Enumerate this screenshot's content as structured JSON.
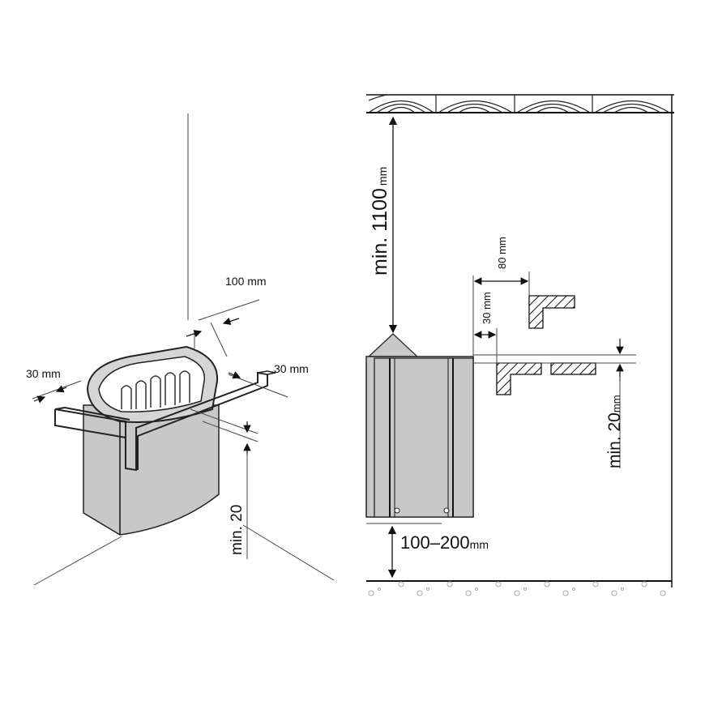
{
  "left_view": {
    "label_top_gap": "100 mm",
    "label_left_gap": "30 mm",
    "label_right_gap": "30 mm",
    "label_vertical": "min. 20"
  },
  "right_view": {
    "label_ceiling": "min. 1100",
    "label_ceiling_unit": "mm",
    "label_80": "80 mm",
    "label_30": "30 mm",
    "label_min20": "min. 20",
    "label_min20_unit": "mm",
    "label_floor": "100–200",
    "label_floor_unit": "mm"
  }
}
